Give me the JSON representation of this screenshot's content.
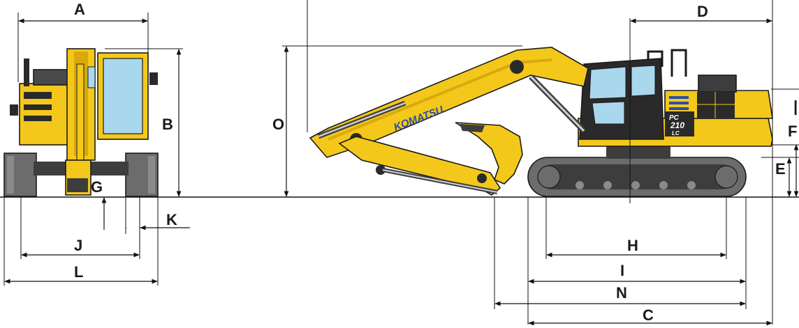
{
  "labels": {
    "A": "A",
    "B": "B",
    "C": "C",
    "D": "D",
    "E": "E",
    "F": "F",
    "G": "G",
    "H": "H",
    "I": "I",
    "J": "J",
    "K": "K",
    "L": "L",
    "N": "N",
    "O": "O"
  },
  "brand": "KOMATSU",
  "model_line1": "PC",
  "model_line2": "210",
  "model_line3": "LC",
  "colors": {
    "body": "#f4c81a",
    "body_shade": "#d9a90c",
    "track": "#6c6c6c",
    "track_dark": "#3d3d3d",
    "glass": "#a9d8ee",
    "brand_blue": "#2a4fa8",
    "dark": "#2a2a2a"
  }
}
